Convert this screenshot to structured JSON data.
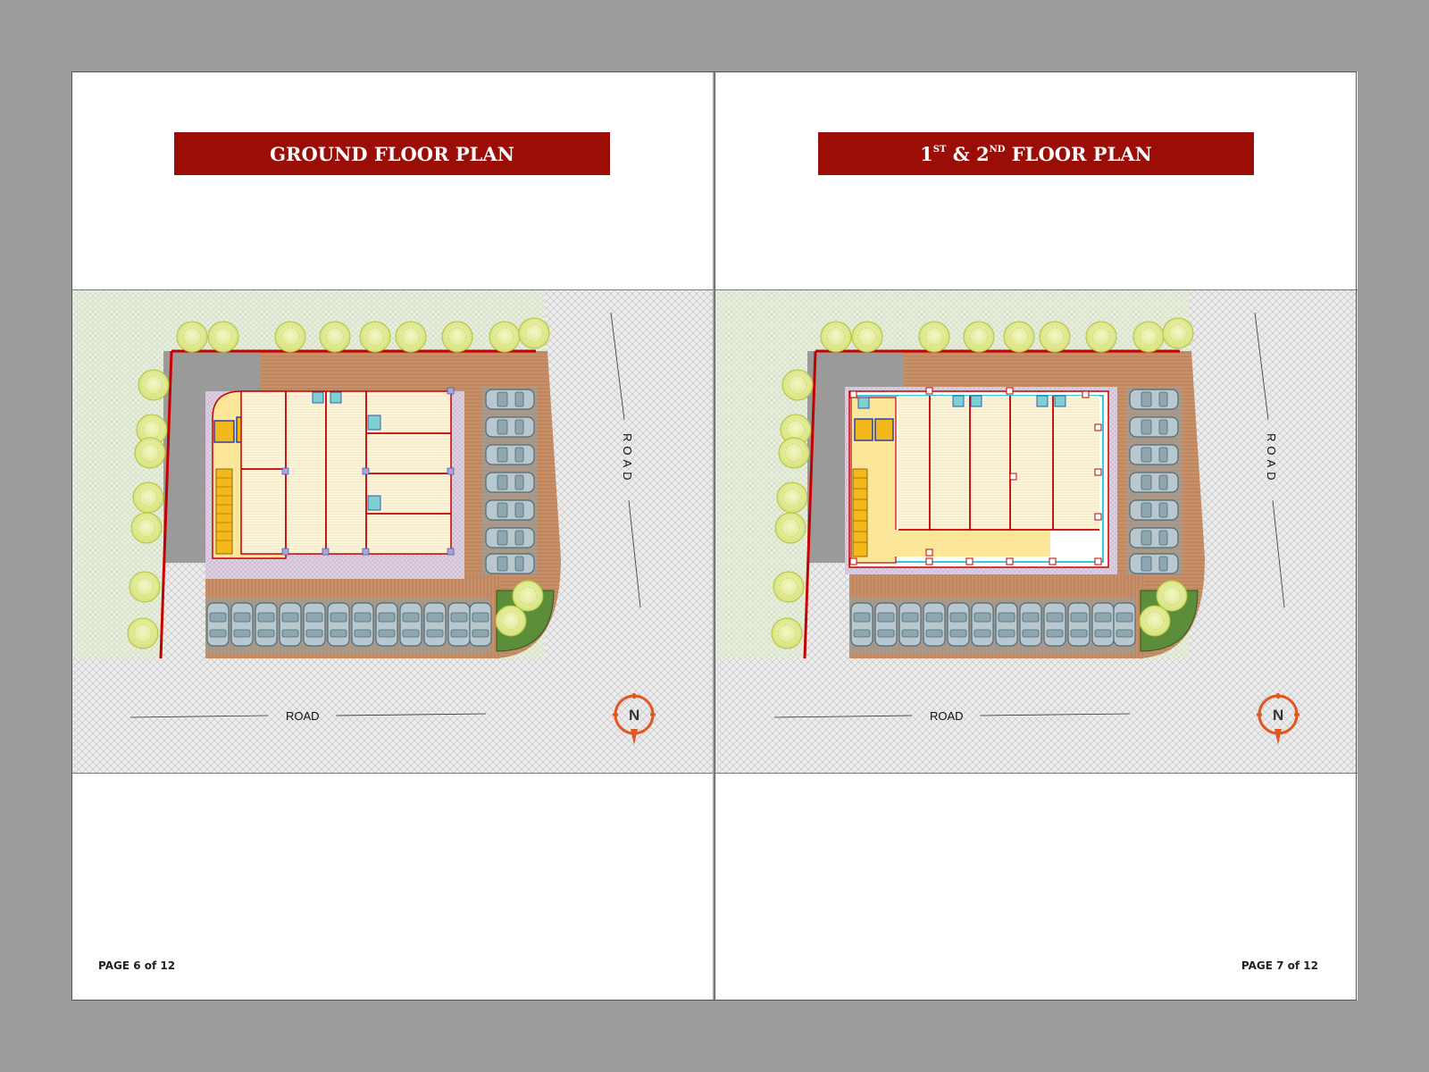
{
  "pages": [
    {
      "title_main": "GROUND FLOOR PLAN",
      "page_number": "PAGE 6 of 12",
      "road_bottom": "ROAD",
      "road_right": "ROAD",
      "compass": "N"
    },
    {
      "title_parts": {
        "one": "1",
        "sup1": "ST",
        "amp": " & 2",
        "sup2": "ND",
        "rest": " FLOOR PLAN"
      },
      "page_number": "PAGE 7 of 12",
      "road_bottom": "ROAD",
      "road_right": "ROAD",
      "compass": "N"
    }
  ],
  "icons": [
    "tree-icon",
    "car-icon",
    "compass-north-icon"
  ],
  "colors": {
    "title_bar": "#9b0d07",
    "boundary": "#c40000",
    "deck": "#c68e6a",
    "unit_fill": "#fbf3d6",
    "stair": "#f2b81c",
    "garden": "#e9efe0",
    "road": "#e6e6e6",
    "compass": "#e2561f"
  }
}
